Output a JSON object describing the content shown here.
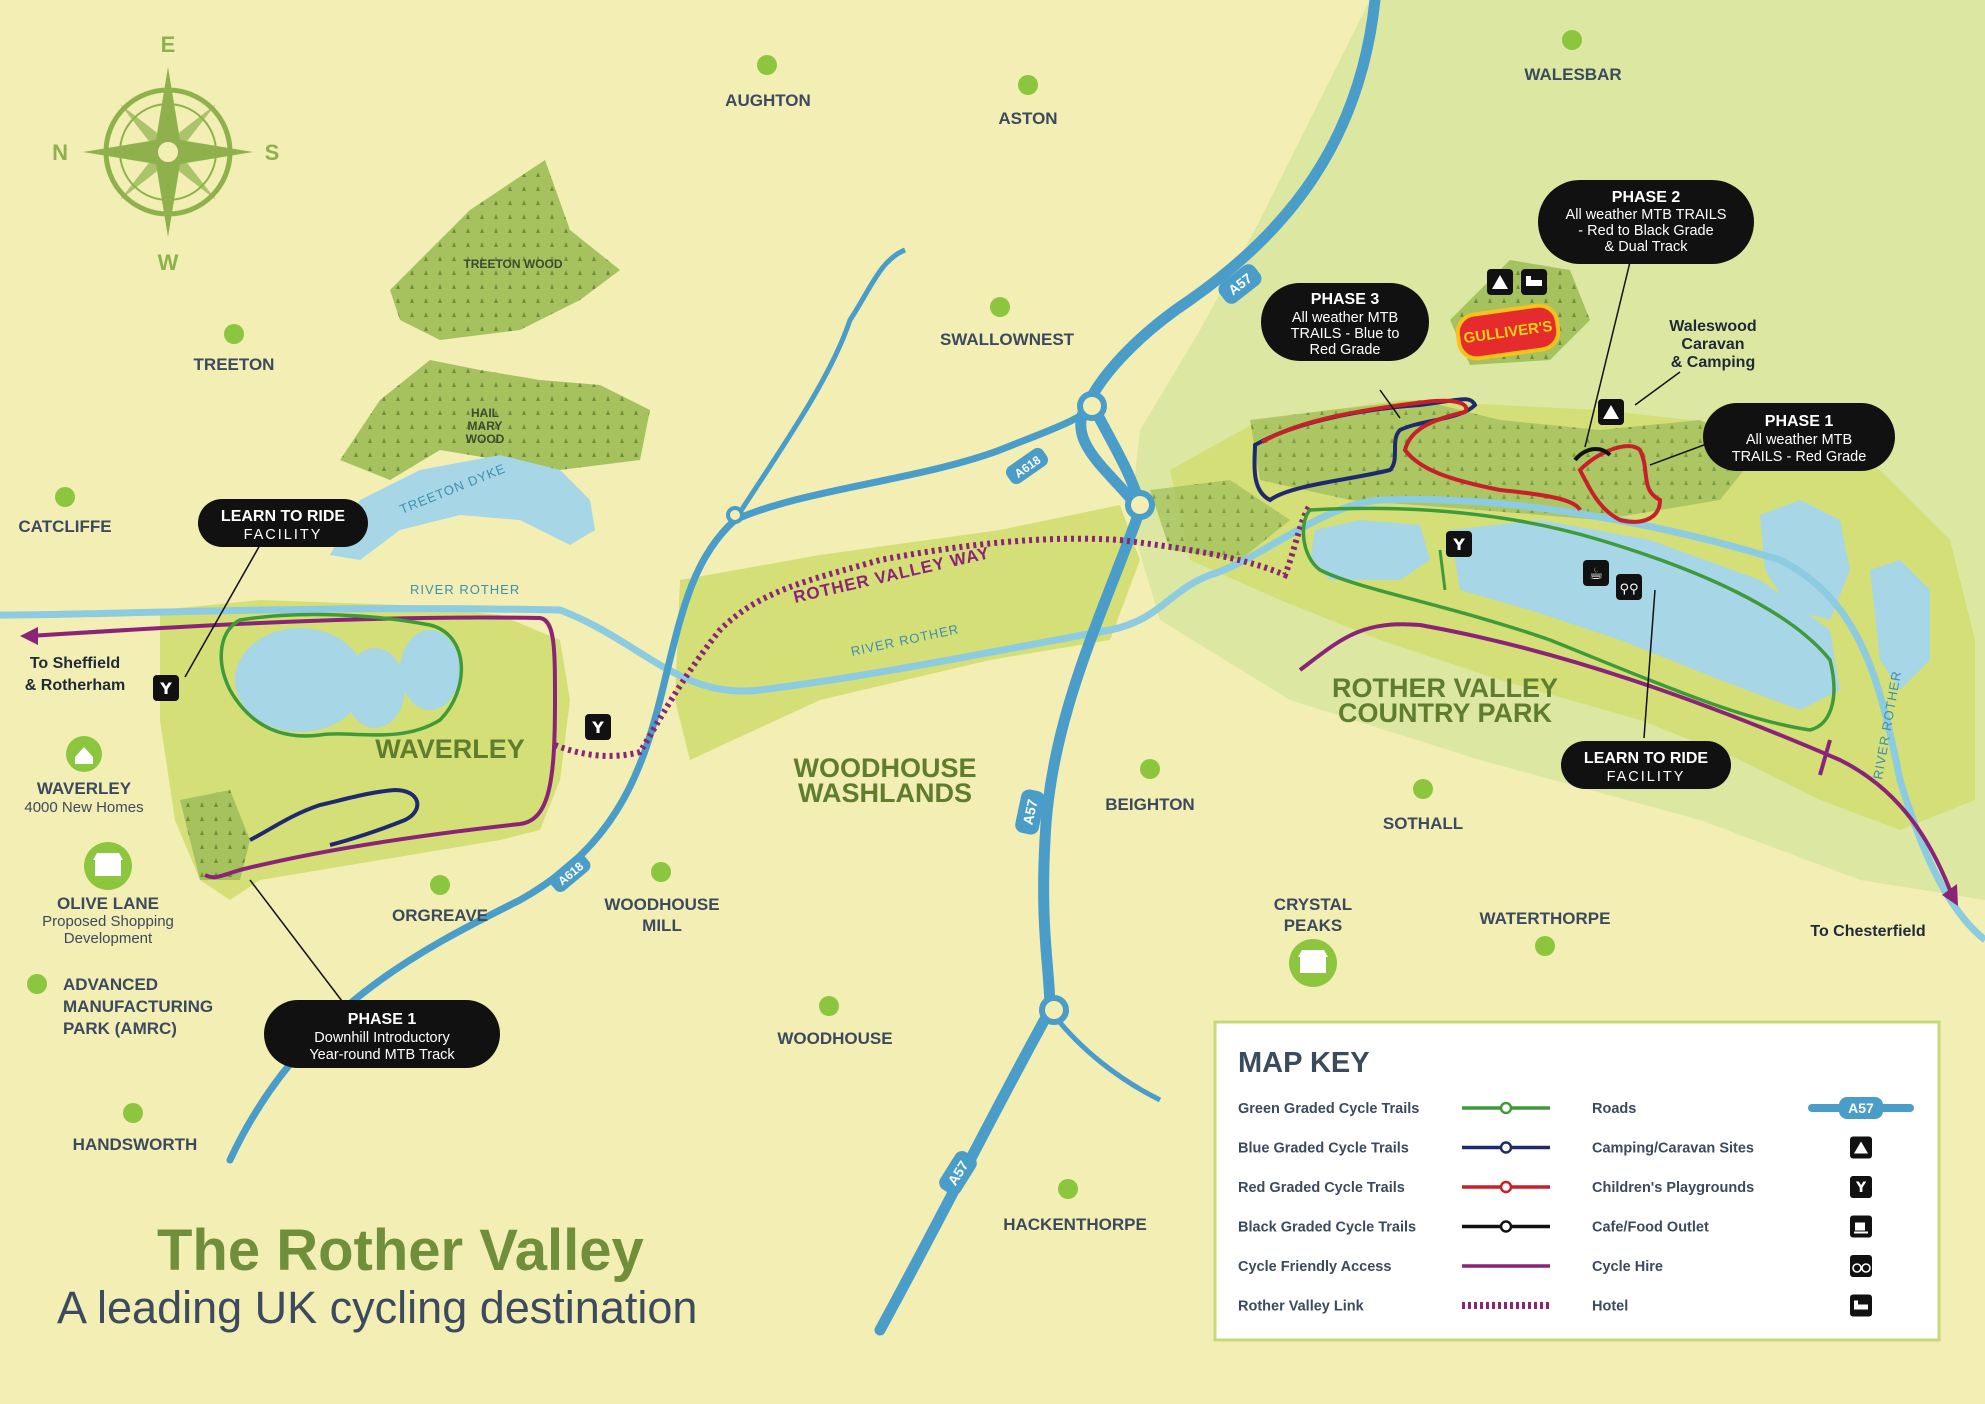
{
  "title": "The Rother Valley",
  "subtitle": "A leading UK cycling destination",
  "compass": {
    "n": "N",
    "e": "E",
    "s": "S",
    "w": "W"
  },
  "places": {
    "aughton": "AUGHTON",
    "aston": "ASTON",
    "walesbar": "WALESBAR",
    "treeton": "TREETON",
    "swallownest": "SWALLOWNEST",
    "catcliffe": "CATCLIFFE",
    "waverley_dev": "WAVERLEY",
    "waverley_dev_sub": "4000 New Homes",
    "olive_lane": "OLIVE LANE",
    "olive_lane_sub1": "Proposed Shopping",
    "olive_lane_sub2": "Development",
    "amrc1": "ADVANCED",
    "amrc2": "MANUFACTURING",
    "amrc3": "PARK (AMRC)",
    "handsworth": "HANDSWORTH",
    "orgreave": "ORGREAVE",
    "woodhouse_mill1": "WOODHOUSE",
    "woodhouse_mill2": "MILL",
    "woodhouse": "WOODHOUSE",
    "beighton": "BEIGHTON",
    "sothall": "SOTHALL",
    "crystal_peaks1": "CRYSTAL",
    "crystal_peaks2": "PEAKS",
    "waterthorpe": "WATERTHORPE",
    "hackenthorpe": "HACKENTHORPE",
    "waleswood1": "Waleswood",
    "waleswood2": "Caravan",
    "waleswood3": "& Camping"
  },
  "areas": {
    "waverley": "WAVERLEY",
    "washlands1": "WOODHOUSE",
    "washlands2": "WASHLANDS",
    "rvcp1": "ROTHER VALLEY",
    "rvcp2": "COUNTRY PARK"
  },
  "woods": {
    "treeton_wood": "TREETON WOOD",
    "hail1": "HAIL",
    "hail2": "MARY",
    "hail3": "WOOD"
  },
  "water_labels": {
    "treeton_dyke": "TREETON DYKE",
    "river_rother_1": "RIVER ROTHER",
    "river_rother_2": "RIVER ROTHER",
    "river_rother_3": "RIVER ROTHER"
  },
  "roads": {
    "a57_1": "A57",
    "a57_2": "A57",
    "a57_3": "A57",
    "a618_1": "A618",
    "a618_2": "A618"
  },
  "rother_valley_way": "ROTHER VALLEY WAY",
  "directions": {
    "sheffield1": "To Sheffield",
    "sheffield2": "& Rotherham",
    "chesterfield": "To Chesterfield"
  },
  "callouts": {
    "learn_left_title": "LEARN TO RIDE",
    "learn_left_sub": "FACILITY",
    "learn_right_title": "LEARN TO RIDE",
    "learn_right_sub": "FACILITY",
    "phase1_left_title": "PHASE 1",
    "phase1_left_l1": "Downhill Introductory",
    "phase1_left_l2": "Year-round MTB Track",
    "phase3_title": "PHASE 3",
    "phase3_l1": "All weather MTB",
    "phase3_l2": "TRAILS - Blue to",
    "phase3_l3": "Red Grade",
    "phase2_title": "PHASE 2",
    "phase2_l1": "All weather MTB TRAILS",
    "phase2_l2": "- Red to Black Grade",
    "phase2_l3": "& Dual Track",
    "phase1_right_title": "PHASE 1",
    "phase1_right_l1": "All weather MTB",
    "phase1_right_l2": "TRAILS - Red Grade"
  },
  "logo_text": "GULLIVER'S",
  "map_key": {
    "heading": "MAP KEY",
    "left": [
      {
        "label": "Green Graded Cycle Trails",
        "color": "#3f9a3a",
        "style": "solid"
      },
      {
        "label": "Blue Graded Cycle Trails",
        "color": "#1f2a6e",
        "style": "solid"
      },
      {
        "label": "Red Graded Cycle Trails",
        "color": "#c8202a",
        "style": "solid"
      },
      {
        "label": "Black Graded Cycle Trails",
        "color": "#111111",
        "style": "solid"
      },
      {
        "label": "Cycle Friendly Access",
        "color": "#8a2477",
        "style": "solid"
      },
      {
        "label": "Rother Valley Link",
        "color": "#8a2477",
        "style": "dotted"
      }
    ],
    "right": [
      {
        "label": "Roads",
        "icon": "road-a57-icon",
        "badge": "A57"
      },
      {
        "label": "Camping/Caravan Sites",
        "icon": "tent-icon"
      },
      {
        "label": "Children's Playgrounds",
        "icon": "playground-icon"
      },
      {
        "label": "Cafe/Food Outlet",
        "icon": "cafe-icon"
      },
      {
        "label": "Cycle Hire",
        "icon": "bicycle-icon"
      },
      {
        "label": "Hotel",
        "icon": "bed-icon"
      }
    ]
  },
  "colors": {
    "background": "#f2eeb4",
    "park_green": "#d4df77",
    "woodland": "#a5c25f",
    "water": "#a7d6e6",
    "river": "#8ccbe0",
    "road": "#4a9cc9",
    "place_dot": "#8cc63f"
  }
}
